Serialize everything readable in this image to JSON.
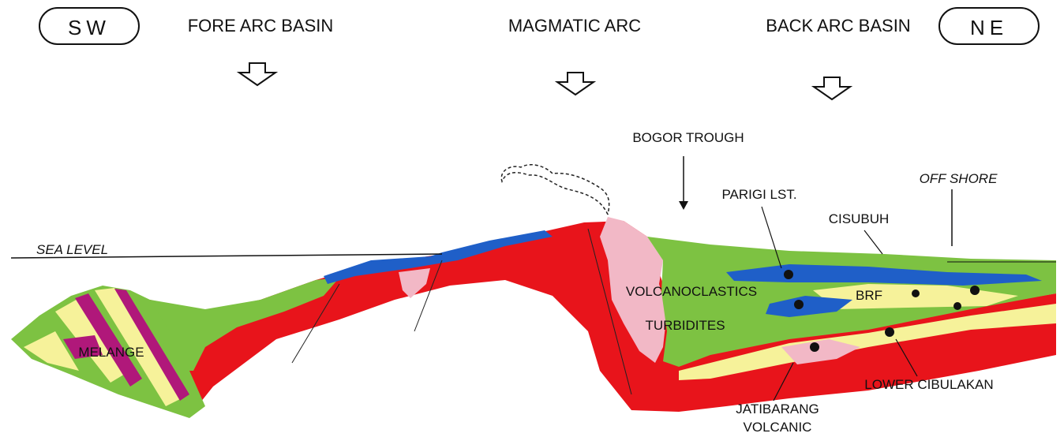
{
  "direction": {
    "left": "SW",
    "right": "NE"
  },
  "zones": {
    "fore_arc": "FORE ARC BASIN",
    "magmatic_arc": "MAGMATIC ARC",
    "back_arc": "BACK ARC BASIN"
  },
  "labels": {
    "sea_level": "SEA LEVEL",
    "bogor_trough": "BOGOR TROUGH",
    "parigi": "PARIGI LST.",
    "off_shore": "OFF SHORE",
    "cisubuh": "CISUBUH",
    "volcanoclastics": "VOLCANOCLASTICS",
    "turbidites": "TURBIDITES",
    "brf": "BRF",
    "melange": "MELANGE",
    "lower_cibulakan": "LOWER CIBULAKAN",
    "jatibarang_1": "JATIBARANG",
    "jatibarang_2": "VOLCANIC"
  },
  "colors": {
    "basement": "#e8141b",
    "sediment": "#7dc242",
    "carbonate": "#1f5fc8",
    "volcanic": "#f2b8c6",
    "sand": "#f6f29a",
    "melange_purple": "#b0187a"
  }
}
